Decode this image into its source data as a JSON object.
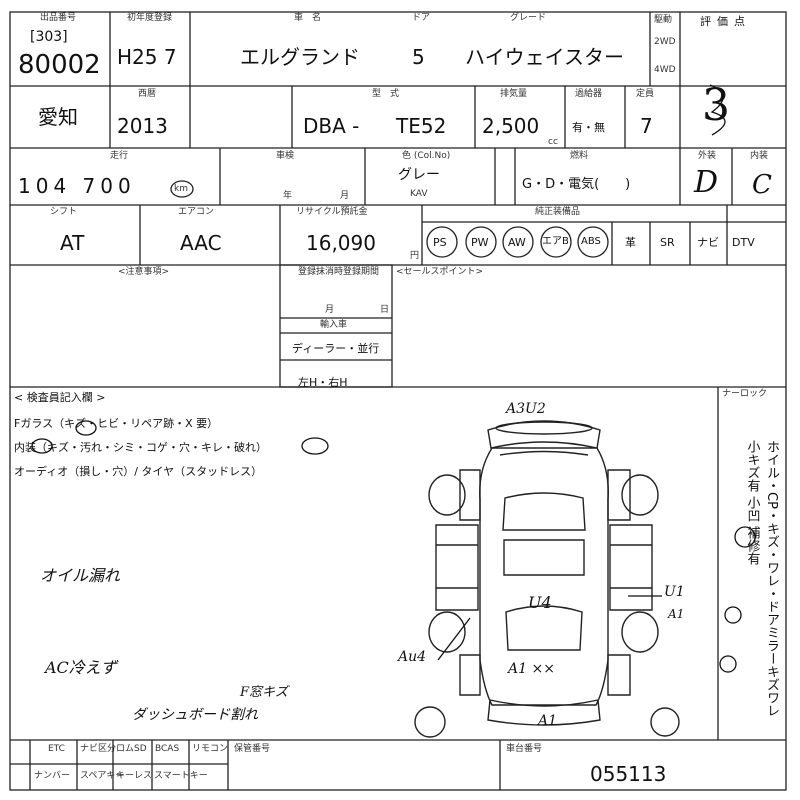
{
  "header": {
    "lot_label": "出品番号",
    "lot_code": "[303]",
    "lot_number": "80002",
    "first_reg_label": "初年度登録",
    "first_reg_value": "H25 7",
    "car_name_label": "車　名",
    "car_name": "エルグランド",
    "doors_label": "ドア",
    "doors": "5",
    "grade_label": "グレード",
    "grade": "ハイウェイスター",
    "drive_label": "駆動",
    "drive_2wd": "2WD",
    "drive_4wd": "4WD",
    "score_label": "評価点",
    "score": "3"
  },
  "row2": {
    "region": "愛知",
    "year_label": "西暦",
    "year": "2013",
    "model_label": "型　式",
    "model_prefix": "DBA -",
    "model_code": "TE52",
    "displacement_label": "排気量",
    "displacement": "2,500",
    "displacement_unit": "cc",
    "turbo_label": "過給器",
    "turbo_value": "有・無",
    "capacity_label": "定員",
    "capacity": "7"
  },
  "row3": {
    "mileage_label": "走行",
    "mileage": "104 700",
    "mileage_unit": "km",
    "inspection_label": "車検",
    "inspection_suffix_year": "年",
    "inspection_suffix_month": "月",
    "color_label": "色 (Col.No)",
    "color": "グレー",
    "color_code": "KAV",
    "fuel_label": "燃料",
    "fuel_value": "G・D・電気(　　)",
    "exterior_label": "外装",
    "exterior": "D",
    "interior_label": "内装",
    "interior": "C"
  },
  "row4": {
    "shift_label": "シフト",
    "shift": "AT",
    "ac_label": "エアコン",
    "ac": "AAC",
    "recycle_label": "リサイクル預託金",
    "recycle_value": "16,090",
    "recycle_unit": "円",
    "equipment_label": "純正装備品",
    "equipment": [
      "PS",
      "PW",
      "AW",
      "エアB",
      "ABS",
      "革",
      "SR",
      "ナビ",
      "DTV"
    ]
  },
  "notes": {
    "caution_label": "<注意事項>",
    "history_label": "登録抹消時登録期間",
    "history_month": "月",
    "history_day": "日",
    "import_label": "輸入車",
    "import_dealer": "ディーラー・並行",
    "import_handle": "左H・右H",
    "sales_point_label": "<セールスポイント>"
  },
  "inspection": {
    "title": "< 検査員記入欄 >",
    "line1": "Fガラス（キズ・ヒビ・リペア跡・X 要）",
    "line2": "内装（キズ・汚れ・シミ・コゲ・穴・キレ・破れ）",
    "line3": "オーディオ（損し・穴）/ タイヤ（スタッドレス）",
    "handwritten_oil": "オイル漏れ",
    "handwritten_ac": "AC冷えず",
    "handwritten_dash": "ダッシュボード割れ",
    "handwritten_fwindow": "F窓キズ",
    "diagram_front": "A3U2",
    "diagram_center": "U4",
    "diagram_left": "Au4",
    "diagram_right": "U1",
    "diagram_right_sub": "A1",
    "diagram_rear": "A1",
    "diagram_rear_marks": "A1  ××",
    "side_legend_label": "ナーロック",
    "side_legend": "ホイル・CP・キズ・ワレ・ドアミラーキズワレ 小キズ有 小凹 補修有"
  },
  "footer": {
    "cols": [
      "ETC",
      "ナビ区分",
      "ロムSD",
      "BCAS",
      "リモコン"
    ],
    "cols2": [
      "ナンバー",
      "スペアキー",
      "キーレス",
      "スマートキー"
    ],
    "vin_label": "車台番号",
    "vin": "055113",
    "sale_label": "保管番号"
  }
}
